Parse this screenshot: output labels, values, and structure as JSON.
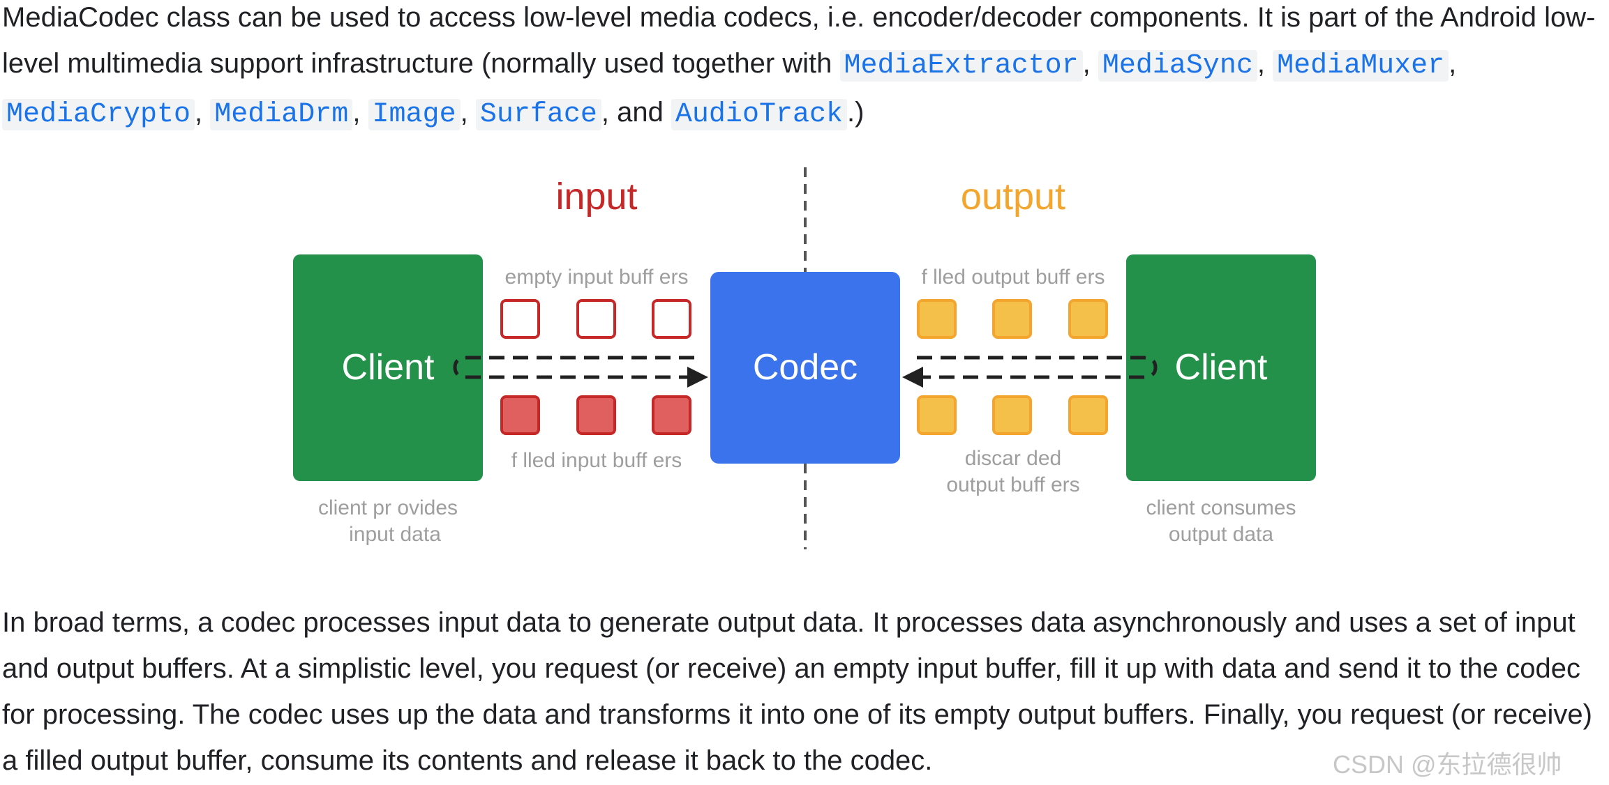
{
  "intro": {
    "text_a": "MediaCodec class can be used to access low-level media codecs, i.e. encoder/decoder components. It is part of the Android low-level multimedia support infrastructure (normally used together with ",
    "apis": [
      "MediaExtractor",
      "MediaSync",
      "MediaMuxer",
      "MediaCrypto",
      "MediaDrm",
      "Image",
      "Surface",
      "AudioTrack"
    ],
    "sep": ", ",
    "and_text": ", and ",
    "close_text": ".)"
  },
  "diagram": {
    "input_heading": "input",
    "output_heading": "output",
    "client_left": "Client",
    "codec": "Codec",
    "client_right": "Client",
    "empty_input_buffers": "empty input buff  ers",
    "filled_input_buffers": "f lled input buff  ers",
    "filled_output_buffers": "f lled output buff  ers",
    "discarded_line1": "discar  ded",
    "discarded_line2": "output buff  ers",
    "client_provides_line1": "client pr  ovides",
    "client_provides_line2": "input data",
    "client_consumes_line1": "client consumes",
    "client_consumes_line2": "output data",
    "colors": {
      "client": "#23914a",
      "codec": "#3b73ec",
      "input": "#c62828",
      "input_fill": "#e06060",
      "output": "#f3a52e",
      "output_fill": "#f5c04a"
    }
  },
  "body_text": "In broad terms, a codec processes input data to generate output data. It processes data asynchronously and uses a set of input and output buffers. At a simplistic level, you request (or receive) an empty input buffer, fill it up with data and send it to the codec for processing. The codec uses up the data and transforms it into one of its empty output buffers. Finally, you request (or receive) a filled output buffer, consume its contents and release it back to the codec.",
  "watermark": "CSDN @东拉德很帅"
}
